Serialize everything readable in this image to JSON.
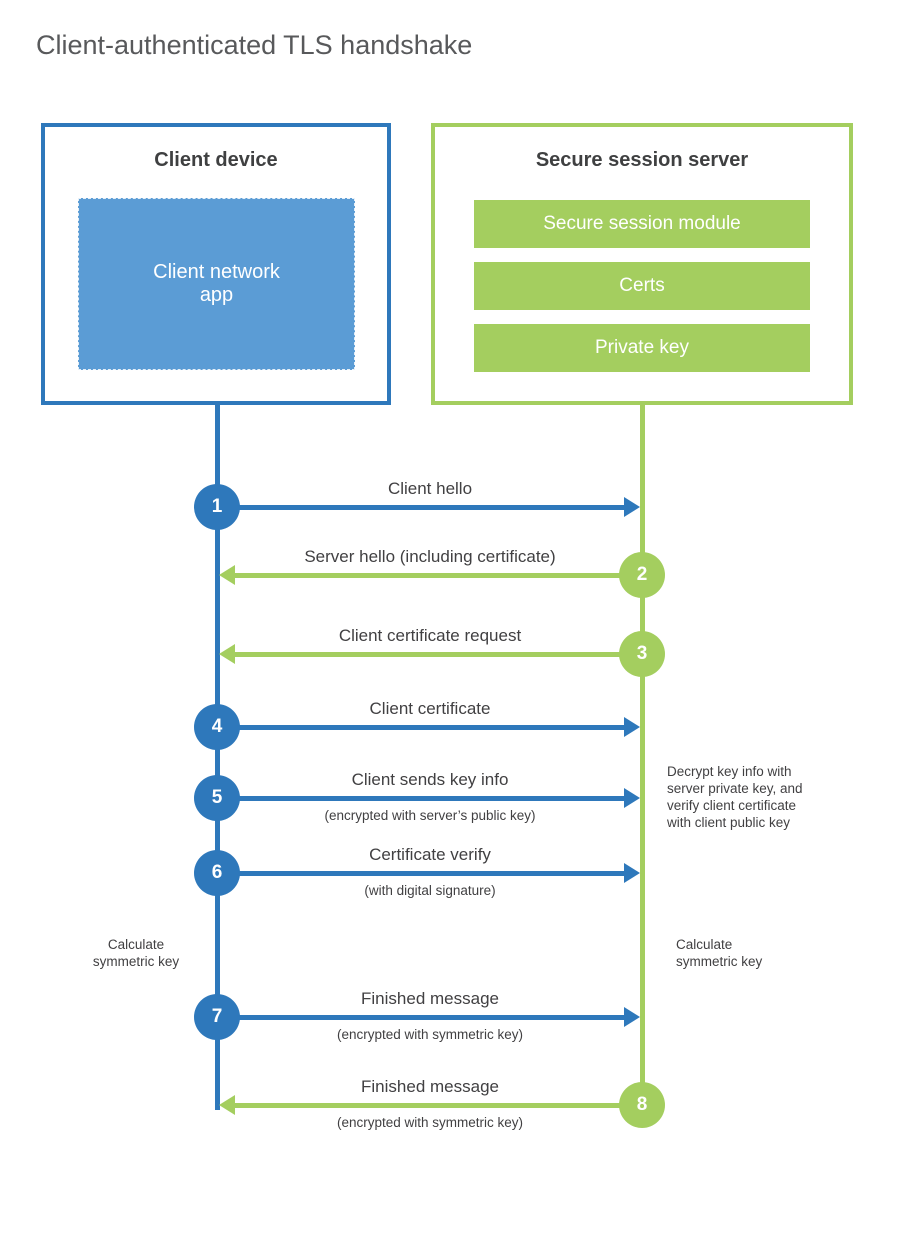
{
  "title": "Client-authenticated TLS handshake",
  "colors": {
    "blue": "#2e78bb",
    "blue_light": "#5b9cd5",
    "green": "#a4ce5f",
    "text_dark": "#414042",
    "title_gray": "#58595b"
  },
  "client": {
    "title": "Client device",
    "app_label": "Client network\napp"
  },
  "server": {
    "title": "Secure session server",
    "modules": [
      "Secure session module",
      "Certs",
      "Private key"
    ]
  },
  "steps": [
    {
      "num": "1",
      "from": "client",
      "label": "Client hello",
      "sub": ""
    },
    {
      "num": "2",
      "from": "server",
      "label": "Server hello (including certificate)",
      "sub": ""
    },
    {
      "num": "3",
      "from": "server",
      "label": "Client certificate request",
      "sub": ""
    },
    {
      "num": "4",
      "from": "client",
      "label": "Client certificate",
      "sub": ""
    },
    {
      "num": "5",
      "from": "client",
      "label": "Client sends key info",
      "sub": "(encrypted with server’s public key)"
    },
    {
      "num": "6",
      "from": "client",
      "label": "Certificate verify",
      "sub": "(with digital signature)"
    },
    {
      "num": "7",
      "from": "client",
      "label": "Finished message",
      "sub": "(encrypted with symmetric key)"
    },
    {
      "num": "8",
      "from": "server",
      "label": "Finished message",
      "sub": "(encrypted with symmetric key)"
    }
  ],
  "notes": {
    "decrypt": "Decrypt key info with\nserver private key, and\nverify client certificate\nwith client public key",
    "calc_left": "Calculate\nsymmetric key",
    "calc_right": "Calculate\nsymmetric key"
  }
}
